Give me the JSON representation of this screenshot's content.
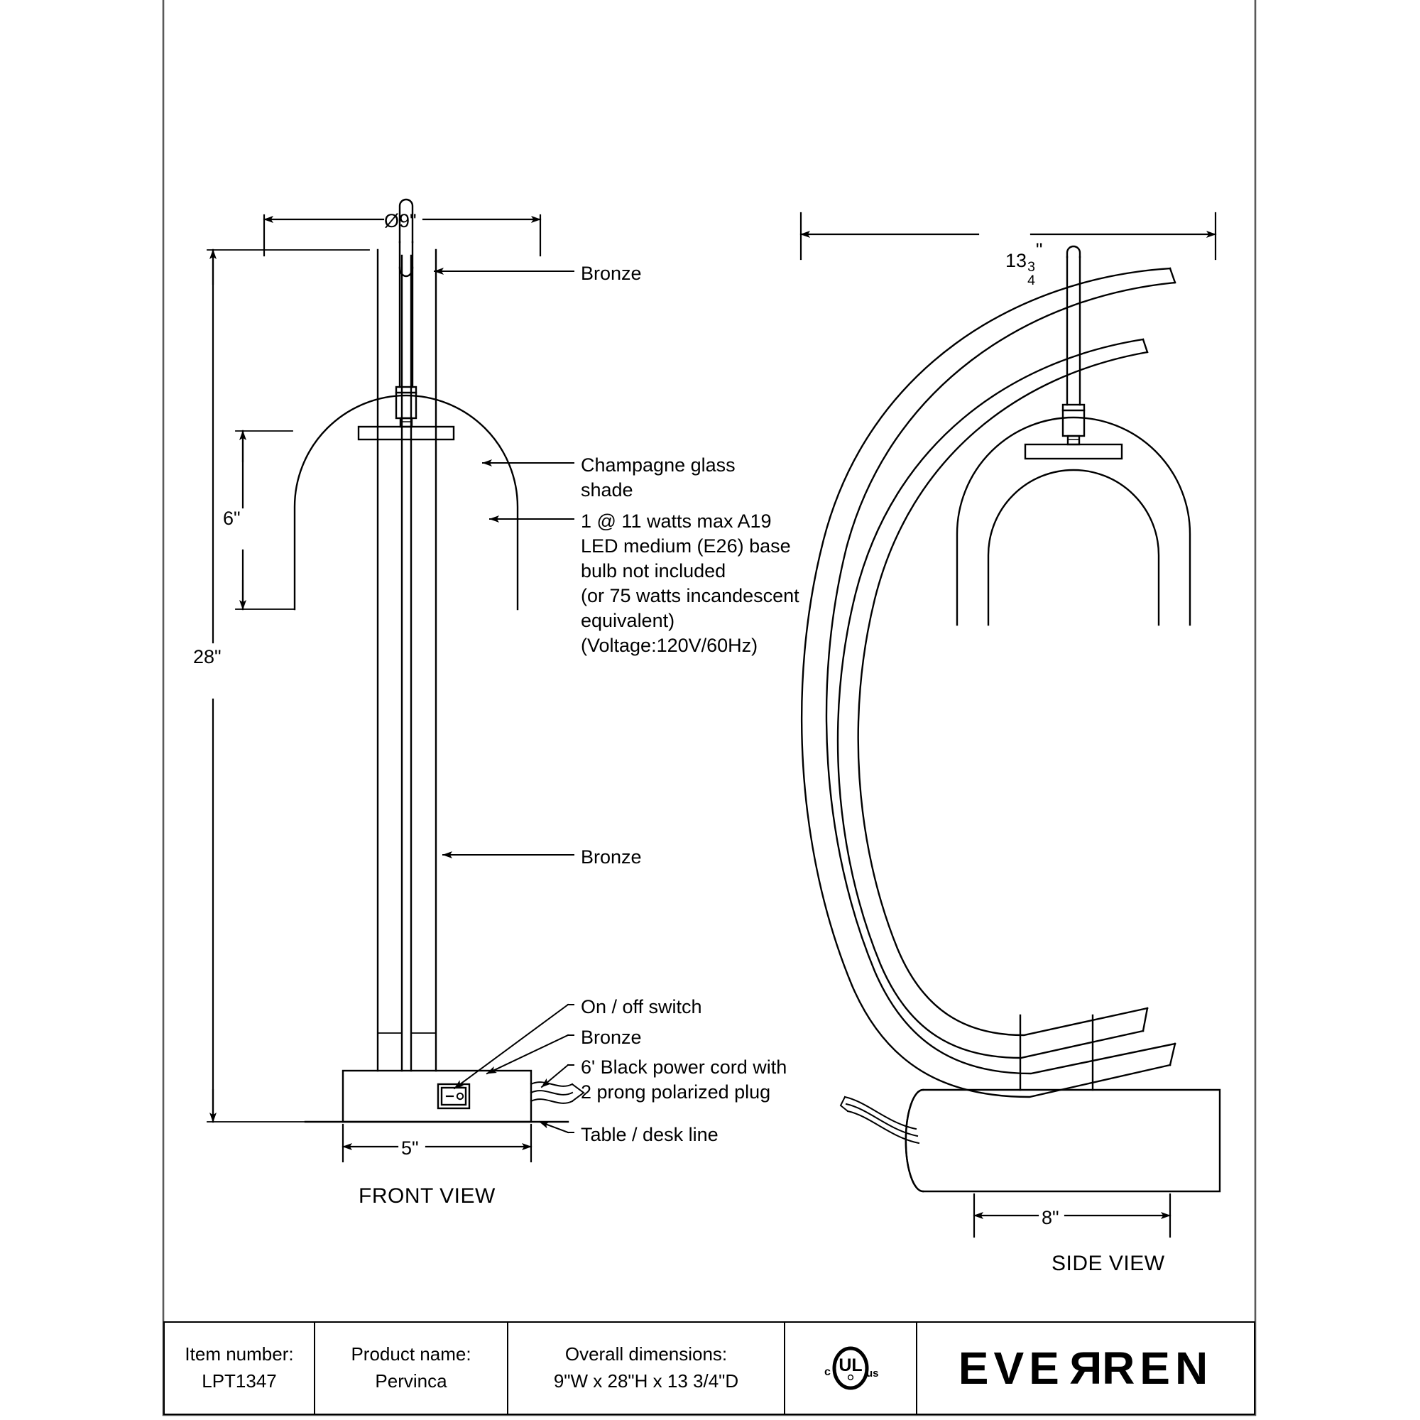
{
  "document": {
    "type": "product-specification-drawing"
  },
  "front_view": {
    "view_label": "FRONT VIEW",
    "dimensions": {
      "shade_diameter": "Ø9\"",
      "shade_height": "6\"",
      "overall_height": "28\"",
      "base_width": "5\""
    },
    "callouts": [
      {
        "id": "finial-bronze",
        "text": "Bronze"
      },
      {
        "id": "glass-shade",
        "text": "Champagne glass\nshade"
      },
      {
        "id": "bulb-spec",
        "text": "1 @ 11 watts max A19\nLED medium (E26) base\nbulb not included\n(or 75 watts incandescent\nequivalent)\n(Voltage:120V/60Hz)"
      },
      {
        "id": "stem-bronze",
        "text": "Bronze"
      },
      {
        "id": "switch",
        "text": "On / off switch"
      },
      {
        "id": "base-bronze",
        "text": "Bronze"
      },
      {
        "id": "power-cord",
        "text": "6' Black power cord with\n2 prong polarized plug"
      },
      {
        "id": "table-line",
        "text": "Table / desk line"
      }
    ]
  },
  "side_view": {
    "view_label": "SIDE VIEW",
    "dimensions": {
      "overall_depth_whole": "13",
      "overall_depth_num": "3",
      "overall_depth_den": "4",
      "overall_depth_unit": "\"",
      "base_depth": "8\""
    }
  },
  "title_block": {
    "item_number_label": "Item number:",
    "item_number_value": "LPT1347",
    "product_name_label": "Product name:",
    "product_name_value": "Pervinca",
    "overall_dimensions_label": "Overall dimensions:",
    "overall_dimensions_value": "9\"W x 28\"H x 13 3/4\"D",
    "certification": {
      "left": "c",
      "center": "UL",
      "right": "us"
    },
    "brand_part1": "EVE",
    "brand_reversed": "R",
    "brand_part2": "REN"
  },
  "colors": {
    "line": "#000000",
    "background": "#ffffff",
    "frame": "#5a5a5a"
  }
}
